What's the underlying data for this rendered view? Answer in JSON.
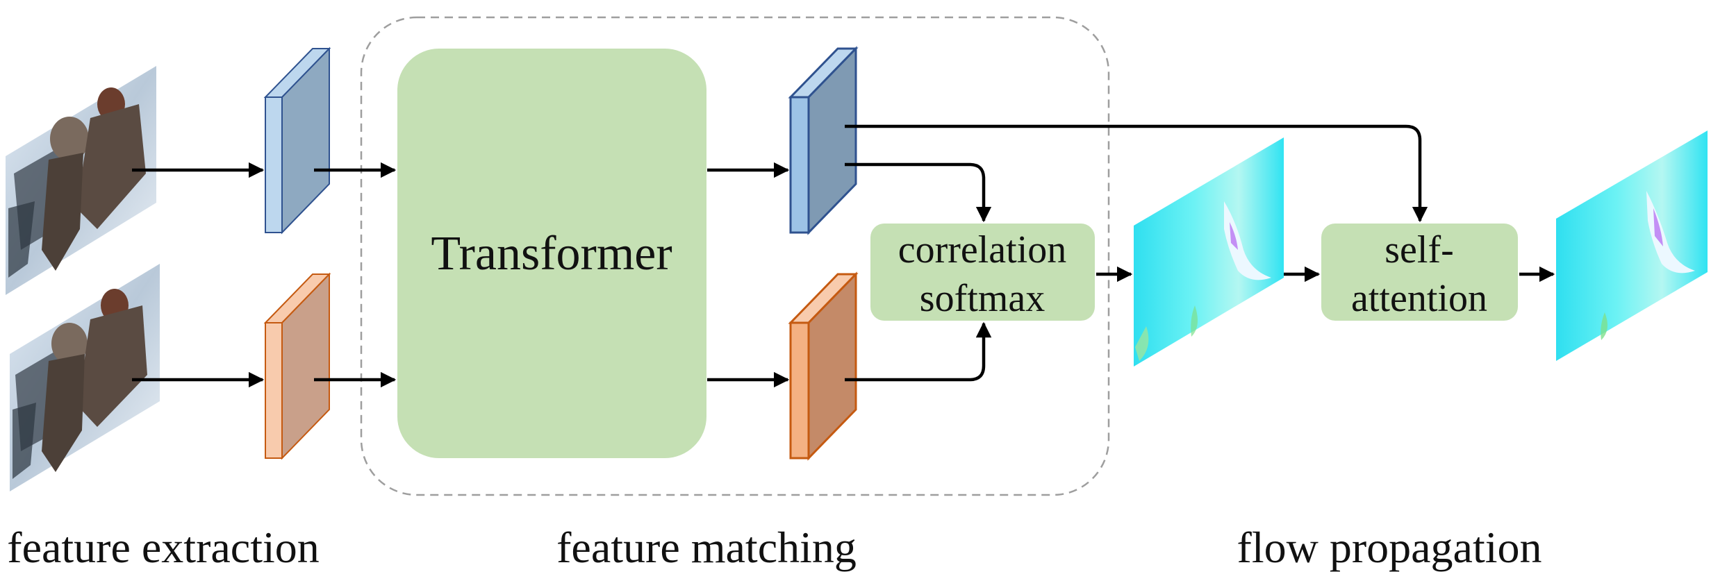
{
  "blocks": {
    "transformer": "Transformer",
    "correlation_line1": "correlation",
    "correlation_line2": "softmax",
    "attention_line1": "self-",
    "attention_line2": "attention"
  },
  "sections": {
    "extraction": "feature extraction",
    "matching": "feature matching",
    "propagation": "flow propagation"
  },
  "colors": {
    "green_block": "#c5e0b4",
    "blue_face": "#8ea9c1",
    "blue_side": "#bdd7ee",
    "blue_stroke": "#2f528f",
    "orange_face": "#c9a08a",
    "orange_side": "#f8cbad",
    "orange_stroke": "#c55a11",
    "dashed_box": "#9e9e9e",
    "flow_base": "#36e6f0"
  },
  "icons": [
    "frame1-image",
    "frame2-image",
    "feature-map",
    "optical-flow-image"
  ]
}
